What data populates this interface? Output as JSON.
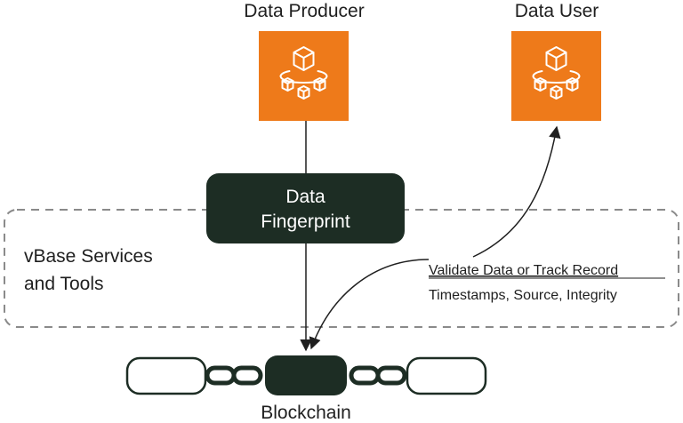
{
  "producer": {
    "title": "Data Producer",
    "icon": "cube-network-icon",
    "color": "#ee7a1a"
  },
  "user": {
    "title": "Data User",
    "icon": "cube-network-icon",
    "color": "#ee7a1a"
  },
  "fingerprint": {
    "line1": "Data",
    "line2": "Fingerprint",
    "color": "#1d2d24"
  },
  "services": {
    "line1": "vBase Services",
    "line2": "and Tools"
  },
  "validation": {
    "title": "Validate Data or Track Record",
    "details": "Timestamps, Source, Integrity"
  },
  "blockchain": {
    "label": "Blockchain",
    "color": "#1d2d24"
  },
  "colors": {
    "accent": "#ee7a1a",
    "dark": "#1d2d24",
    "dashed_border": "#8a8a8a",
    "line": "#1f1f1f"
  }
}
